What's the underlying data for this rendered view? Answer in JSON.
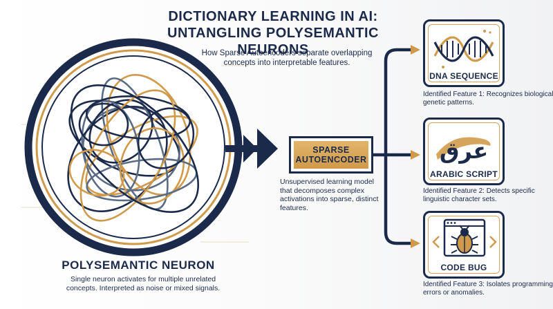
{
  "title_line1": "Dictionary Learning in AI:",
  "title_line2": "Untangling Polysemantic Neurons",
  "subtitle": "How Sparse Autoencoders separate overlapping concepts into interpretable features.",
  "neuron": {
    "title": "Polysemantic Neuron",
    "description": "Single neuron activates for multiple unrelated concepts. Interpreted as noise or mixed signals."
  },
  "autoencoder": {
    "label": "Sparse Autoencoder",
    "description": "Unsupervised learning model that decomposes complex activations into sparse, distinct features."
  },
  "features": [
    {
      "label": "DNA Sequence",
      "icon": "dna-helix-icon",
      "description": "Identified Feature 1: Recognizes biological genetic patterns."
    },
    {
      "label": "Arabic Script",
      "icon": "arabic-script-icon",
      "glyph": "عرق",
      "description": "Identified Feature 2: Detects specific linguistic character sets."
    },
    {
      "label": "Code Bug",
      "icon": "code-bug-icon",
      "description": "Identified Feature 3: Isolates programming errors or anomalies."
    }
  ],
  "colors": {
    "navy": "#1b2a4a",
    "gold": "#d09a4b",
    "slate": "#5a6b86"
  }
}
